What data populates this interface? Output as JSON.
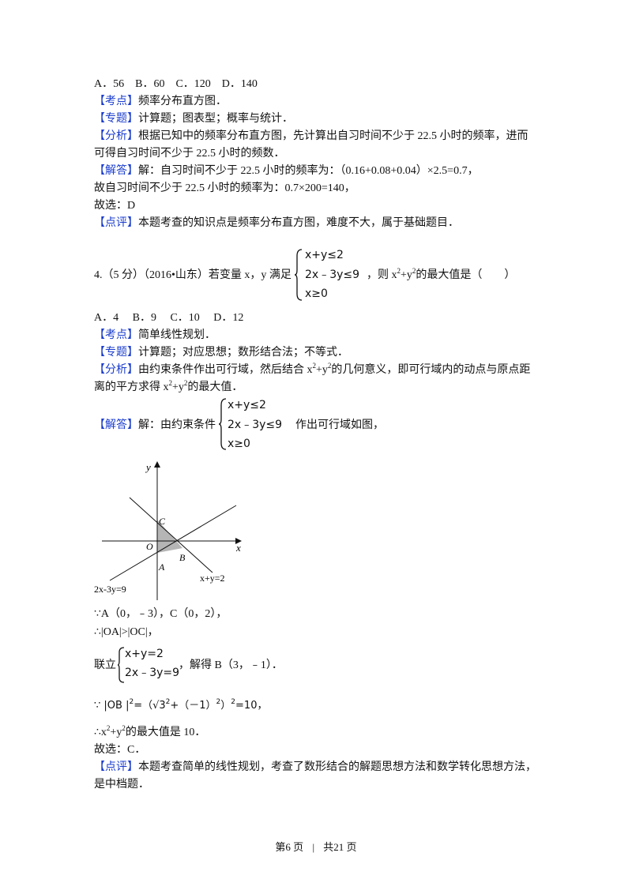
{
  "q3": {
    "options": "A．56　B．60　C．120　D．140",
    "kaodian": {
      "tag": "【考点】",
      "text": "频率分布直方图．"
    },
    "zhuanti": {
      "tag": "【专题】",
      "text": "计算题；图表型；概率与统计．"
    },
    "fenxi": {
      "tag": "【分析】",
      "text": "根据已知中的频率分布直方图，先计算出自习时间不少于 22.5 小时的频率，进而",
      "line2": "可得自习时间不少于 22.5 小时的频数．"
    },
    "jieda": {
      "tag": "【解答】",
      "text": "解：自习时间不少于 22.5 小时的频率为：（0.16+0.08+0.04）×2.5=0.7，",
      "line2": "故自习时间不少于 22.5 小时的频率为：0.7×200=140，",
      "line3": "故选：D"
    },
    "dianping": {
      "tag": "【点评】",
      "text": "本题考查的知识点是频率分布直方图，难度不大，属于基础题目．"
    }
  },
  "q4": {
    "stem_prefix": "4.（5 分）（2016•山东）若变量 x，y 满足",
    "system": [
      "x+y≤2",
      "2x﹣3y≤9",
      "x≥0"
    ],
    "stem_suffix_a": "，则 x",
    "sup2": "2",
    "stem_suffix_b": "+y",
    "stem_suffix_c": "的最大值是（　　）",
    "options": "A．4　 B．9　 C．10　 D．12",
    "kaodian": {
      "tag": "【考点】",
      "text": "简单线性规划．"
    },
    "zhuanti": {
      "tag": "【专题】",
      "text": "计算题；对应思想；数形结合法；不等式．"
    },
    "fenxi": {
      "tag": "【分析】",
      "text_a": "由约束条件作出可行域，然后结合 x",
      "text_b": "+y",
      "text_c": "的几何意义，即可行域内的动点与原点距",
      "line2_a": "离的平方求得 x",
      "line2_b": "+y",
      "line2_c": "的最大值．"
    },
    "jieda": {
      "tag": "【解答】",
      "text_a": "解：由约束条件",
      "text_b": "作出可行域如图，"
    },
    "figure": {
      "y_label": "y",
      "x_label": "x",
      "o_label": "O",
      "c_label": "C",
      "a_label": "A",
      "b_label": "B",
      "line1_label": "x+y=2",
      "line2_label": "2x-3y=9",
      "region_color": "#b5b5b5"
    },
    "because1": "∵A（0，﹣3），C（0，2），",
    "therefore1": "∴|OA|>|OC|，",
    "lianli": "联立",
    "lianli_system": [
      "x+y=2",
      "2x﹣3y=9"
    ],
    "solve_b": "，解得 B（3，﹣1）．",
    "ob_formula_a": "∵ |OB |",
    "ob_formula_b": "2",
    "ob_formula_c": "=（√3",
    "ob_formula_d": "+（－1）",
    "ob_formula_e": "）",
    "ob_formula_f": "=10，",
    "max_a": "∴x",
    "max_b": "+y",
    "max_c": "的最大值是 10．",
    "choose": "故选：C．",
    "dianping": {
      "tag": "【点评】",
      "text": "本题考查简单的线性规划，考查了数形结合的解题思想方法和数学转化思想方法，",
      "line2": "是中档题．"
    }
  },
  "footer": {
    "page": "第6 页",
    "sep": "|",
    "total": "共21 页"
  }
}
